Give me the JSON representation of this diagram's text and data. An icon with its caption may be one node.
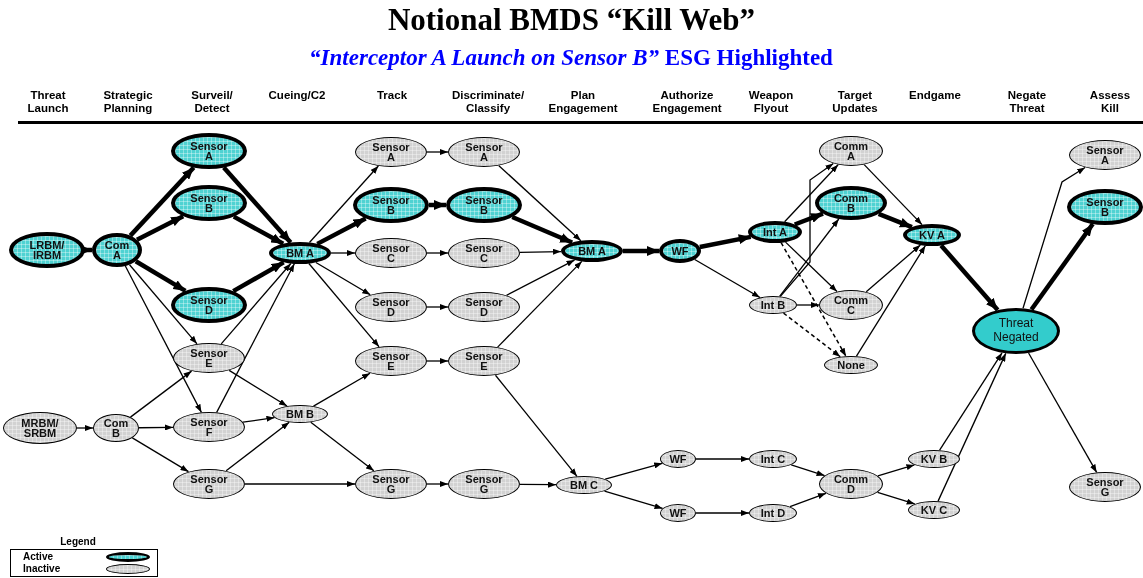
{
  "diagram": {
    "title": "Notional BMDS “Kill Web”",
    "nodes": [
      {
        "text": [
          "LRBM/ IRBM"
        ]
      },
      {
        "text": [
          "Com A"
        ]
      },
      {
        "text": [
          "MRBM/ SRBM"
        ]
      },
      {
        "text": [
          "Com B"
        ]
      },
      {
        "text": [
          "Sensor A"
        ]
      },
      {
        "text": [
          "Sensor B"
        ]
      },
      {
        "text": [
          "Sensor D"
        ]
      },
      {
        "text": [
          "Sensor E"
        ]
      },
      {
        "text": [
          "Sensor F"
        ]
      },
      {
        "text": [
          "Sensor G"
        ]
      },
      {
        "text": [
          "BM A"
        ]
      },
      {
        "text": [
          "BM B"
        ]
      },
      {
        "text": [
          "Sensor A"
        ]
      },
      {
        "text": [
          "Sensor B"
        ]
      },
      {
        "text": [
          "Sensor C"
        ]
      },
      {
        "text": [
          "Sensor D"
        ]
      },
      {
        "text": [
          "Sensor E"
        ]
      },
      {
        "text": [
          "Sensor G"
        ]
      },
      {
        "text": [
          "Sensor A"
        ]
      },
      {
        "text": [
          "Sensor B"
        ]
      },
      {
        "text": [
          "Sensor C"
        ]
      },
      {
        "text": [
          "Sensor D"
        ]
      },
      {
        "text": [
          "Sensor E"
        ]
      },
      {
        "text": [
          "Sensor G"
        ]
      },
      {
        "text": [
          "BM A"
        ]
      },
      {
        "text": [
          "WF"
        ]
      },
      {
        "text": [
          "Int A"
        ]
      },
      {
        "text": [
          "Int B"
        ]
      },
      {
        "text": [
          "BM C"
        ]
      },
      {
        "text": [
          "WF"
        ]
      },
      {
        "text": [
          "WF"
        ]
      },
      {
        "text": [
          "Int C"
        ]
      },
      {
        "text": [
          "Int D"
        ]
      },
      {
        "text": [
          "Comm A"
        ]
      },
      {
        "text": [
          "Comm B"
        ]
      },
      {
        "text": [
          "Comm C"
        ]
      },
      {
        "text": [
          "None"
        ]
      },
      {
        "text": [
          "Comm D"
        ]
      },
      {
        "text": [
          "KV A"
        ]
      },
      {
        "text": [
          "KV B"
        ]
      },
      {
        "text": [
          "KV C"
        ]
      },
      {
        "text": [
          "Threat Negated"
        ]
      },
      {
        "text": [
          "Sensor A"
        ]
      },
      {
        "text": [
          "Sensor B"
        ]
      },
      {
        "text": [
          "Sensor G"
        ]
      }
    ],
    "edges": [
      {
        "from": 0,
        "to": 1,
        "arrow": "to",
        "style": "thick"
      },
      {
        "from": 1,
        "to": 4,
        "arrow": "to",
        "style": "thick"
      },
      {
        "from": 1,
        "to": 5,
        "arrow": "to",
        "style": "thick"
      },
      {
        "from": 1,
        "to": 6,
        "arrow": "to",
        "style": "thick"
      },
      {
        "from": 1,
        "to": 7,
        "arrow": "to"
      },
      {
        "from": 1,
        "to": 8,
        "arrow": "to"
      },
      {
        "from": 2,
        "to": 3,
        "arrow": "to"
      },
      {
        "from": 3,
        "to": 7,
        "arrow": "to"
      },
      {
        "from": 3,
        "to": 8,
        "arrow": "to"
      },
      {
        "from": 3,
        "to": 9,
        "arrow": "to"
      },
      {
        "from": 4,
        "to": 10,
        "arrow": "to",
        "style": "thick"
      },
      {
        "from": 5,
        "to": 10,
        "arrow": "to",
        "style": "thick"
      },
      {
        "from": 6,
        "to": 10,
        "arrow": "to",
        "style": "thick"
      },
      {
        "from": 7,
        "to": 10,
        "arrow": "to"
      },
      {
        "from": 8,
        "to": 10,
        "arrow": "to"
      },
      {
        "from": 7,
        "to": 11,
        "arrow": "to"
      },
      {
        "from": 8,
        "to": 11,
        "arrow": "to"
      },
      {
        "from": 9,
        "to": 11,
        "arrow": "to"
      },
      {
        "from": 9,
        "to": 17,
        "arrow": "to"
      },
      {
        "from": 10,
        "to": 12,
        "arrow": "to"
      },
      {
        "from": 10,
        "to": 13,
        "arrow": "to",
        "style": "thick"
      },
      {
        "from": 10,
        "to": 14,
        "arrow": "to"
      },
      {
        "from": 10,
        "to": 15,
        "arrow": "to"
      },
      {
        "from": 10,
        "to": 16,
        "arrow": "to"
      },
      {
        "from": 11,
        "to": 16,
        "arrow": "to"
      },
      {
        "from": 11,
        "to": 17,
        "arrow": "to"
      },
      {
        "from": 12,
        "to": 18,
        "arrow": "to"
      },
      {
        "from": 13,
        "to": 19,
        "arrow": "to",
        "style": "thick"
      },
      {
        "from": 14,
        "to": 20,
        "arrow": "to"
      },
      {
        "from": 15,
        "to": 21,
        "arrow": "to"
      },
      {
        "from": 16,
        "to": 22,
        "arrow": "to"
      },
      {
        "from": 17,
        "to": 23,
        "arrow": "to"
      },
      {
        "from": 18,
        "to": 24,
        "arrow": "to"
      },
      {
        "from": 19,
        "to": 24,
        "arrow": "to",
        "style": "thick"
      },
      {
        "from": 20,
        "to": 24,
        "arrow": "to"
      },
      {
        "from": 21,
        "to": 24,
        "arrow": "to"
      },
      {
        "from": 22,
        "to": 24,
        "arrow": "to"
      },
      {
        "from": 22,
        "to": 28,
        "arrow": "to"
      },
      {
        "from": 23,
        "to": 28,
        "arrow": "to"
      },
      {
        "from": 24,
        "to": 25,
        "arrow": "to",
        "style": "thick"
      },
      {
        "from": 25,
        "to": 26,
        "arrow": "to",
        "style": "thick"
      },
      {
        "from": 25,
        "to": 27,
        "arrow": "to"
      },
      {
        "from": 26,
        "to": 33,
        "arrow": "to"
      },
      {
        "from": 26,
        "to": 34,
        "arrow": "to",
        "style": "thick"
      },
      {
        "from": 26,
        "to": 35,
        "arrow": "to"
      },
      {
        "from": 26,
        "to": 36,
        "arrow": "to",
        "style": "dashed"
      },
      {
        "from": 27,
        "to": 33,
        "arrow": "to"
      },
      {
        "from": 27,
        "to": 34,
        "arrow": "to"
      },
      {
        "from": 27,
        "to": 35,
        "arrow": "to"
      },
      {
        "from": 27,
        "to": 36,
        "arrow": "to",
        "style": "dashed"
      },
      {
        "from": 28,
        "to": 29,
        "arrow": "to"
      },
      {
        "from": 28,
        "to": 30,
        "arrow": "to"
      },
      {
        "from": 29,
        "to": 31,
        "arrow": "to"
      },
      {
        "from": 30,
        "to": 32,
        "arrow": "to"
      },
      {
        "from": 31,
        "to": 37,
        "arrow": "to"
      },
      {
        "from": 32,
        "to": 37,
        "arrow": "to"
      },
      {
        "from": 33,
        "to": 38,
        "arrow": "to"
      },
      {
        "from": 34,
        "to": 38,
        "arrow": "to",
        "style": "thick"
      },
      {
        "from": 35,
        "to": 38,
        "arrow": "to"
      },
      {
        "from": 36,
        "to": 38,
        "arrow": "to"
      },
      {
        "from": 37,
        "to": 39,
        "arrow": "to"
      },
      {
        "from": 37,
        "to": 40,
        "arrow": "to"
      },
      {
        "from": 38,
        "to": 41,
        "arrow": "to",
        "style": "thick"
      },
      {
        "from": 39,
        "to": 41,
        "arrow": "to"
      },
      {
        "from": 40,
        "to": 41,
        "arrow": "to"
      },
      {
        "from": 41,
        "to": 42,
        "arrow": "to"
      },
      {
        "from": 41,
        "to": 43,
        "arrow": "to",
        "style": "thick"
      },
      {
        "from": 41,
        "to": 44,
        "arrow": "to"
      }
    ],
    "labels": [
      "*“Interceptor A Launch on Sensor B”* ESG Highlighted",
      "Threat Launch",
      "Strategic Planning",
      "Surveil/ Detect",
      "Cueing/C2",
      "Track",
      "Discriminate/ Classify",
      "Plan Engagement",
      "Authorize Engagement",
      "Weapon Flyout",
      "Target Updates",
      "Endgame",
      "Negate Threat",
      "Assess Kill",
      "Legend"
    ],
    "legend": [
      {
        "text": "Active"
      },
      {
        "text": "Inactive"
      }
    ]
  }
}
